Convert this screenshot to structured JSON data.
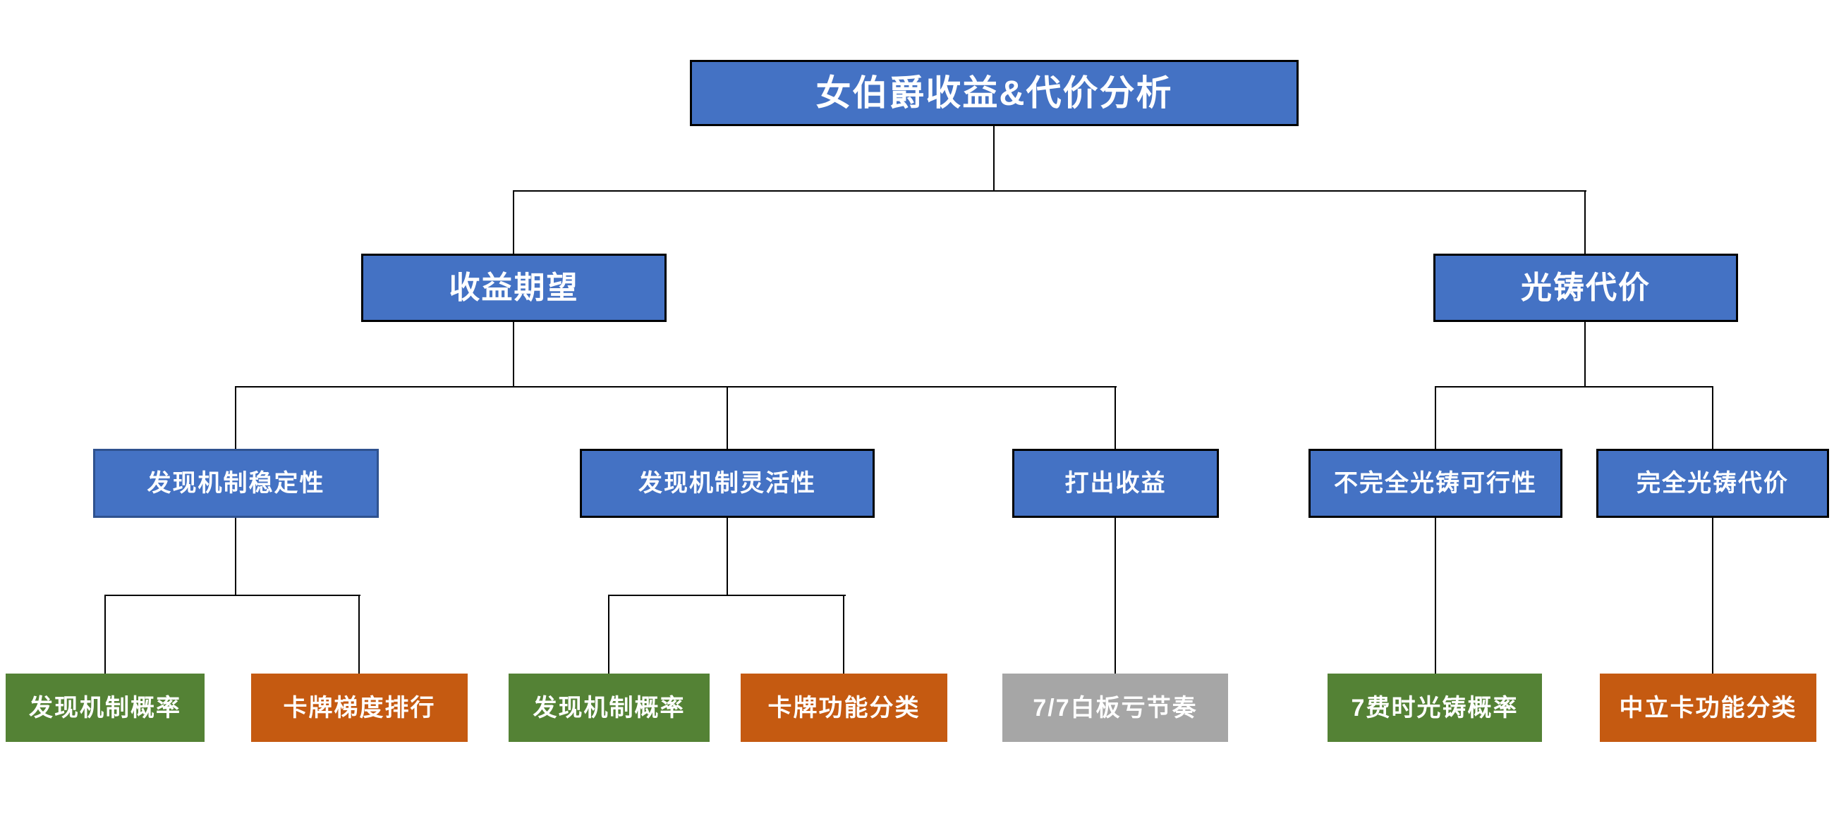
{
  "title": "女伯爵收益&代价分析",
  "colors": {
    "node_blue": "#4472C4",
    "node_blue_border": "#000000",
    "node_blue_border_variant": "#2F528F",
    "node_green": "#548235",
    "node_orange": "#C55A11",
    "node_gray": "#A6A6A6",
    "connector": "#000000",
    "text": "#FFFFFF",
    "background": "#FFFFFF"
  },
  "tree": {
    "label": "女伯爵收益&代价分析",
    "color": "blue",
    "children": [
      {
        "label": "收益期望",
        "color": "blue",
        "children": [
          {
            "label": "发现机制稳定性",
            "color": "blue",
            "children": [
              {
                "label": "发现机制概率",
                "color": "green",
                "children": []
              },
              {
                "label": "卡牌梯度排行",
                "color": "orange",
                "children": []
              }
            ]
          },
          {
            "label": "发现机制灵活性",
            "color": "blue",
            "children": [
              {
                "label": "发现机制概率",
                "color": "green",
                "children": []
              },
              {
                "label": "卡牌功能分类",
                "color": "orange",
                "children": []
              }
            ]
          },
          {
            "label": "打出收益",
            "color": "blue",
            "children": [
              {
                "label": "7/7白板亏节奏",
                "color": "gray",
                "children": []
              }
            ]
          }
        ]
      },
      {
        "label": "光铸代价",
        "color": "blue",
        "children": [
          {
            "label": "不完全光铸可行性",
            "color": "blue",
            "children": [
              {
                "label": "7费时光铸概率",
                "color": "green",
                "children": []
              }
            ]
          },
          {
            "label": "完全光铸代价",
            "color": "blue",
            "children": [
              {
                "label": "中立卡功能分类",
                "color": "orange",
                "children": []
              }
            ]
          }
        ]
      }
    ]
  }
}
